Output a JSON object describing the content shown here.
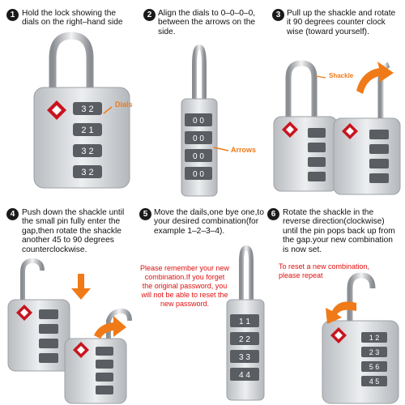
{
  "steps": [
    {
      "num": "1",
      "text": "Hold the lock showing the dials on the right–hand side"
    },
    {
      "num": "2",
      "text": "Align the dials to 0–0–0–0, between the arrows on the side."
    },
    {
      "num": "3",
      "text": "Pull up the shackle and rotate it 90 degrees counter clock wise (toward yourself)."
    },
    {
      "num": "4",
      "text": "Push down the shackle until the small pin fully enter the gap,then rotate the shackle another 45 to 90 degrees counterclockwise."
    },
    {
      "num": "5",
      "text": "Move the dails,one bye one,to your desired combination(for example 1–2–3–4)."
    },
    {
      "num": "6",
      "text": "Rotate the shackle in the reverse direction(clockwise) until the pin pops back up from the gap.your new combination is now set."
    }
  ],
  "labels": {
    "dials": "Dials",
    "arrows": "Arrows",
    "shackle": "Shackle"
  },
  "warnings": {
    "remember": "Please remember your new combination.If you forget the original password, you will not be able to reset the new password.",
    "reset": "To reset a new combination, please repeat"
  },
  "dial_digits": {
    "lock1": [
      "3 2",
      "2 1",
      "3 2",
      "3 2"
    ],
    "lock2": [
      "0 0",
      "0 0",
      "0 0",
      "0 0"
    ],
    "lock5": [
      "1 1",
      "2 2",
      "3 3",
      "4 4"
    ],
    "lock6": [
      "1 2",
      "2 3",
      "5 6",
      "4 5"
    ]
  },
  "colors": {
    "accent_orange": "#f07a18",
    "warning_red": "#e01010",
    "lock_silver": "#d4d6d8",
    "tsa_red": "#c8141e"
  }
}
